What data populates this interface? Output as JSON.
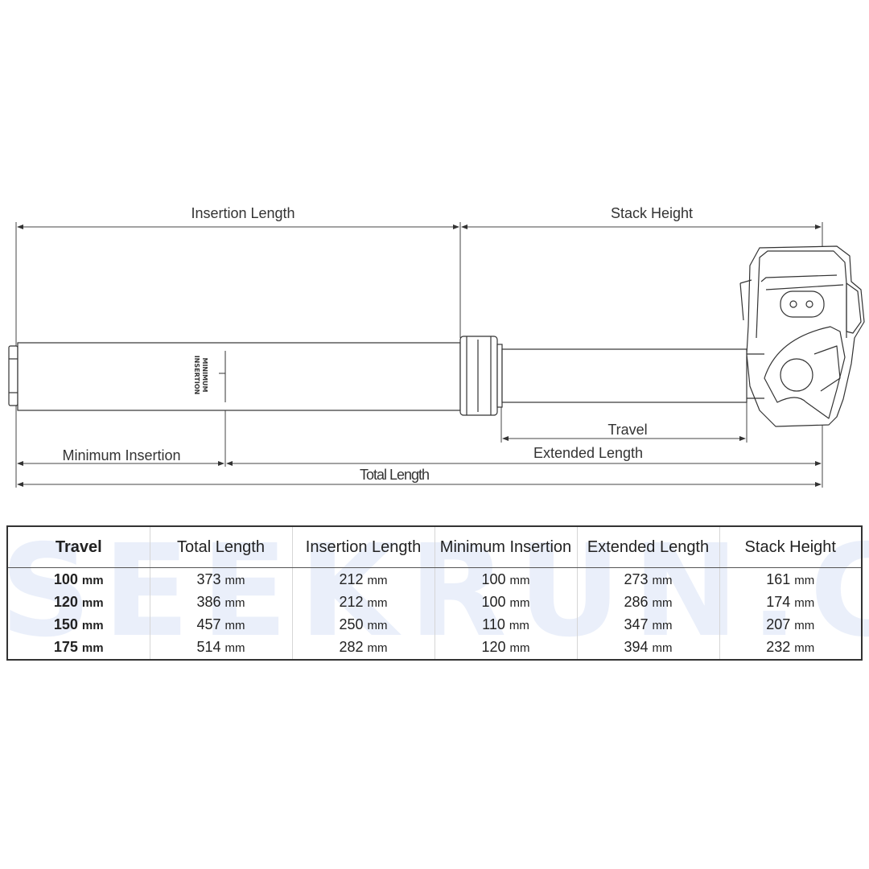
{
  "diagram": {
    "labels": {
      "insertion_length": "Insertion Length",
      "stack_height": "Stack Height",
      "travel": "Travel",
      "extended_length": "Extended Length",
      "minimum_insertion": "Minimum Insertion",
      "total_length": "Total Length",
      "tube_mark_line1": "MINIMUM",
      "tube_mark_line2": "INSERTION"
    }
  },
  "watermark": "SEEKRUN.CA",
  "table": {
    "headers": [
      "Travel",
      "Total Length",
      "Insertion Length",
      "Minimum Insertion",
      "Extended Length",
      "Stack Height"
    ],
    "unit": "mm",
    "rows": [
      [
        "100",
        "373",
        "212",
        "100",
        "273",
        "161"
      ],
      [
        "120",
        "386",
        "212",
        "100",
        "286",
        "174"
      ],
      [
        "150",
        "457",
        "250",
        "110",
        "347",
        "207"
      ],
      [
        "175",
        "514",
        "282",
        "120",
        "394",
        "232"
      ]
    ]
  }
}
